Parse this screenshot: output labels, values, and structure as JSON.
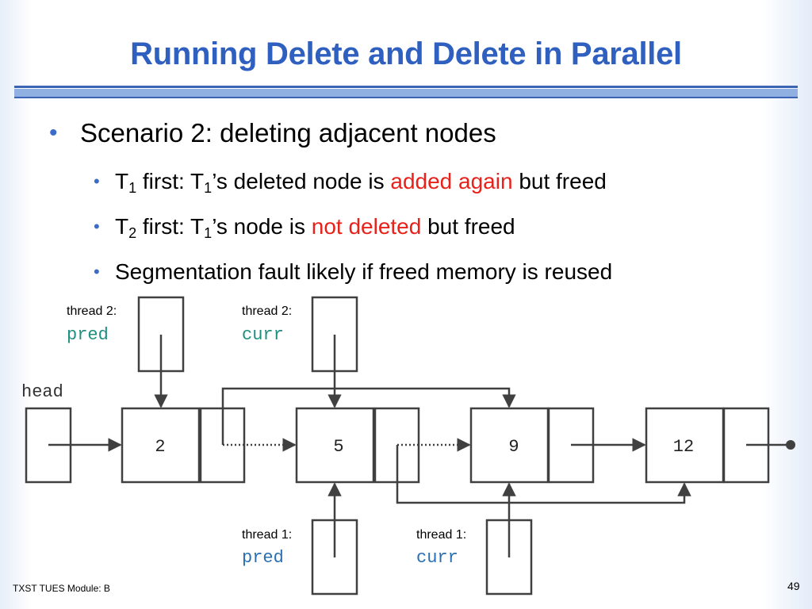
{
  "slide": {
    "title": "Running Delete and Delete in Parallel",
    "bullet_l1": "Scenario 2: deleting adjacent nodes",
    "bullets_l2": [
      {
        "pre": "T",
        "sub1": "1",
        "mid": " first: T",
        "sub2": "1",
        "post": "’s deleted node is ",
        "highlight": "added again",
        "tail": " but freed"
      },
      {
        "pre": "T",
        "sub1": "2",
        "mid": " first: T",
        "sub2": "1",
        "post": "’s node is ",
        "highlight": "not deleted",
        "tail": " but freed"
      },
      {
        "text": "Segmentation fault likely if freed memory is reused"
      }
    ],
    "footer": "TXST TUES Module: B",
    "page_number": "49",
    "bullet_glyph": "•"
  },
  "diagram": {
    "head_label": "head",
    "nodes": [
      "2",
      "5",
      "9",
      "12"
    ],
    "pointers": [
      {
        "thread": "thread 2:",
        "name": "pred"
      },
      {
        "thread": "thread 2:",
        "name": "curr"
      },
      {
        "thread": "thread 1:",
        "name": "pred"
      },
      {
        "thread": "thread 1:",
        "name": "curr"
      }
    ],
    "colors": {
      "title": "#2f5fbf",
      "highlight": "#e8211b",
      "pointer_name": "#1f8f7f",
      "pointer_name_t1": "#2a6fb0",
      "stroke": "#404040"
    }
  }
}
